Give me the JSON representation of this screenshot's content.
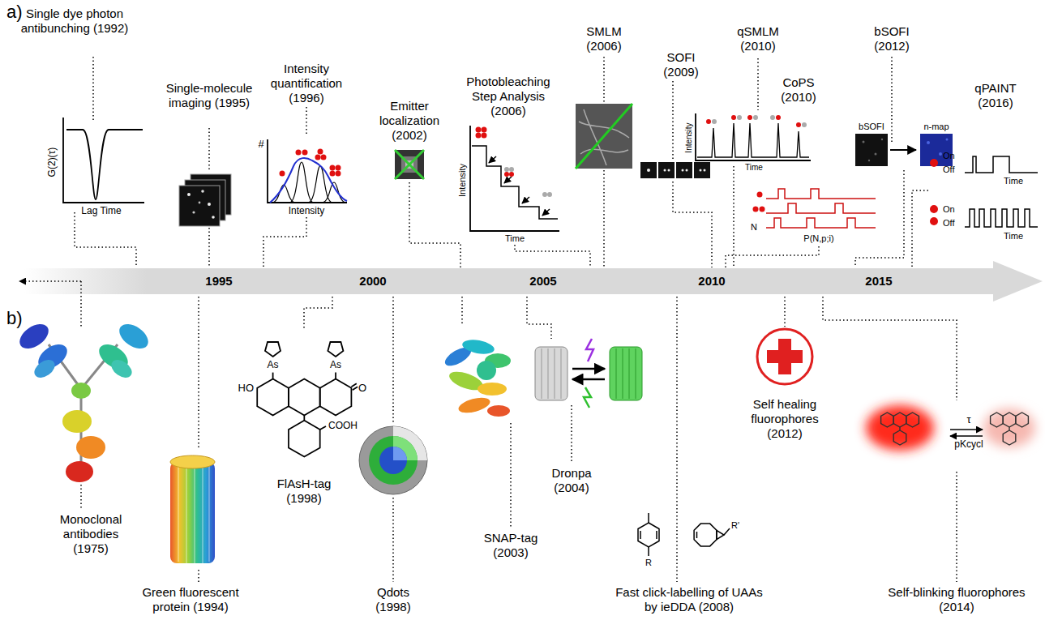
{
  "diagram": {
    "labels": [
      "a)",
      "Single dye photon antibunching (1992)",
      "Single-molecule imaging (1995)",
      "Intensity quantification (1996)",
      "Emitter localization (2002)",
      "Photobleaching Step Analysis (2006)",
      "SMLM (2006)",
      "SOFI (2009)",
      "qSMLM (2010)",
      "CoPS (2010)",
      "bSOFI (2012)",
      "qPAINT (2016)",
      "1995",
      "2000",
      "2005",
      "2010",
      "2015",
      "b)",
      "Monoclonal antibodies (1975)",
      "Green fluorescent protein (1994)",
      "FlAsH-tag (1998)",
      "Qdots (1998)",
      "SNAP-tag (2003)",
      "Dronpa (2004)",
      "Fast click-labelling of UAAs by ieDDA (2008)",
      "Self healing fluorophores (2012)",
      "Self-blinking fluorophores (2014)",
      "G(2)(τ)",
      "Lag Time",
      "#",
      "Intensity",
      "Intensity",
      "Time",
      "Intensity",
      "Time",
      "N",
      "P(N,p;i)",
      "bSOFI",
      "n-map",
      "On",
      "Off",
      "Time",
      "On",
      "Off",
      "Time",
      "τ",
      "pKcycl",
      "HO",
      "O",
      "COOH",
      "As",
      "As",
      "R",
      "R'"
    ]
  }
}
